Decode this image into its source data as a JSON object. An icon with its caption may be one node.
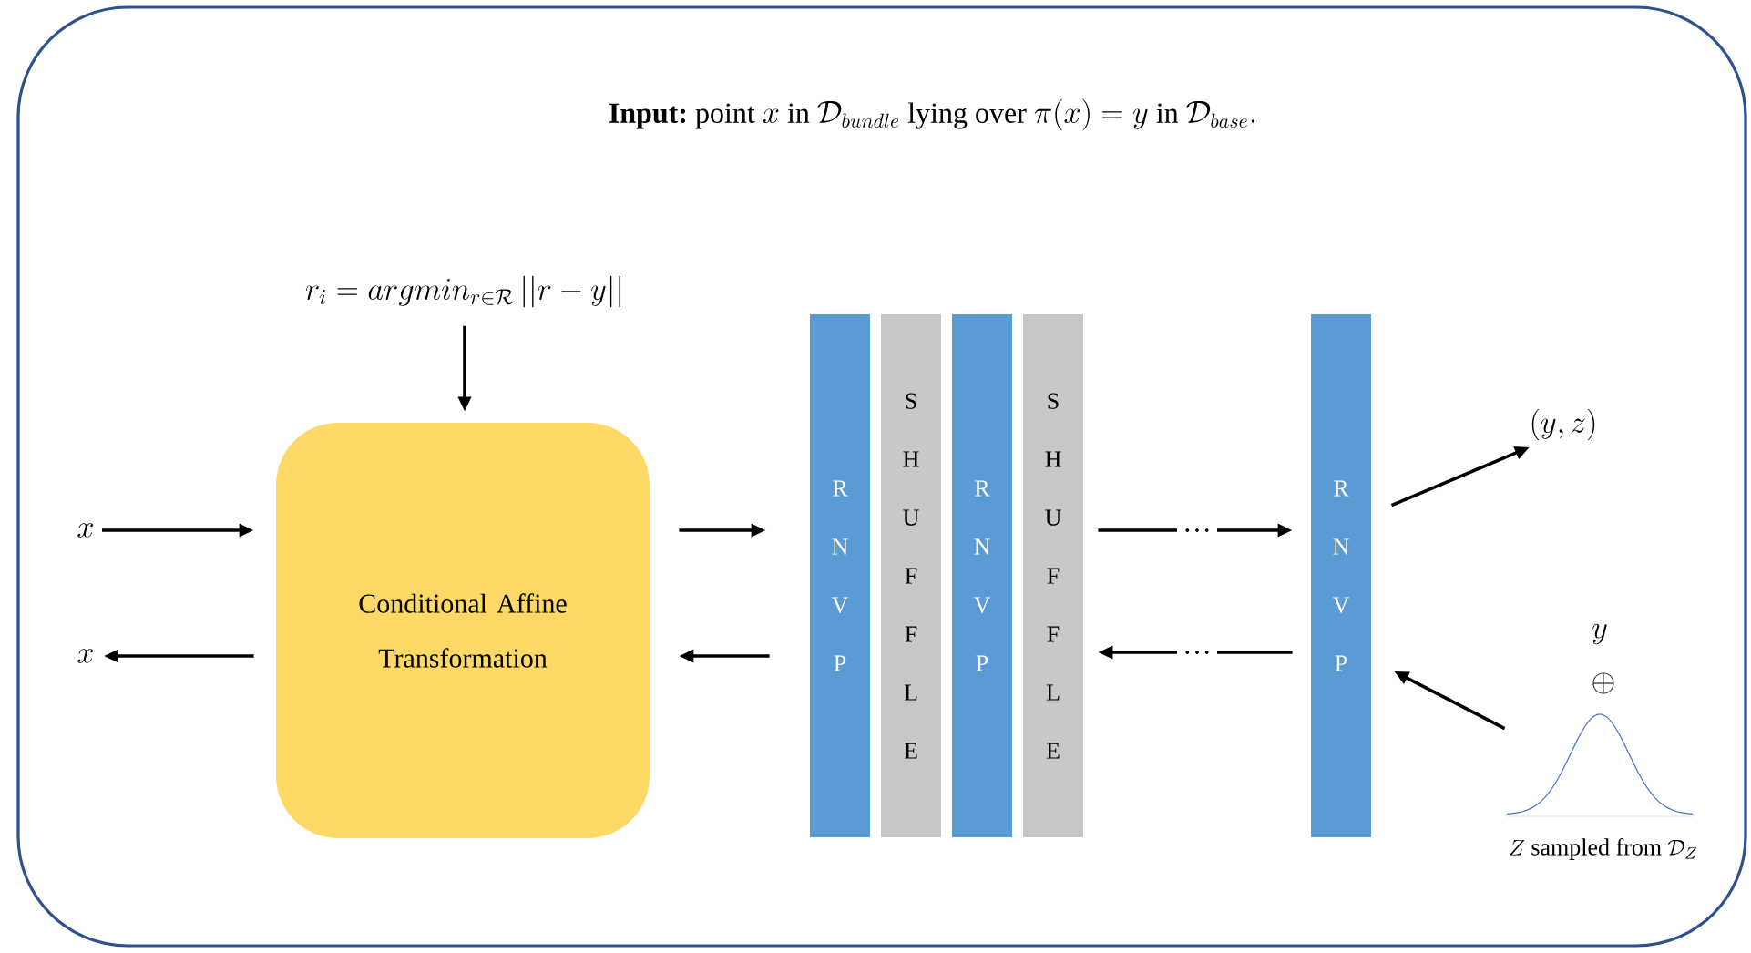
{
  "diagram": {
    "title": "\\textbf{Input:}\\ \\textrm{point } x \\textrm{ in } \\mathcal{D}_{bundle} \\textrm{ lying over } \\pi(x) = y \\textrm{ in } \\mathcal{D}_{base}.",
    "nodes": [
      {
        "text": [
          "x"
        ]
      },
      {
        "text": [
          "x"
        ]
      },
      {
        "text": [
          "r_i = argmin_{r \\in \\mathcal{R}} \\, ||r - y||"
        ]
      },
      {
        "text": [
          "Conditional Affine Transformation"
        ]
      },
      {
        "text": [
          "R N V P"
        ]
      },
      {
        "text": [
          "S H U F F L E"
        ]
      },
      {
        "text": [
          "R N V P"
        ]
      },
      {
        "text": [
          "S H U F F L E"
        ]
      },
      {
        "text": [
          "R N V P"
        ]
      },
      {
        "text": [
          "(y, z)"
        ]
      },
      {
        "text": [],
        "shape": "picture",
        "beside": [
          "y",
          "\\oplus",
          "Z \\textrm{ sampled from } \\mathcal{D}_Z"
        ]
      }
    ],
    "edges": [
      {
        "from": 0,
        "to": 3,
        "arrow": "to"
      },
      {
        "from": 3,
        "to": 1,
        "arrow": "to"
      },
      {
        "from": 2,
        "to": 3,
        "arrow": "to"
      },
      {
        "from": 3,
        "to": 4,
        "arrow": "to"
      },
      {
        "from": 4,
        "to": 3,
        "arrow": "to"
      },
      {
        "from": 7,
        "to": 8,
        "arrow": "to",
        "label": "…"
      },
      {
        "from": 8,
        "to": 7,
        "arrow": "to",
        "label": "…"
      },
      {
        "from": 8,
        "to": 9,
        "arrow": "to"
      },
      {
        "from": 10,
        "to": 8,
        "arrow": "to"
      }
    ]
  }
}
